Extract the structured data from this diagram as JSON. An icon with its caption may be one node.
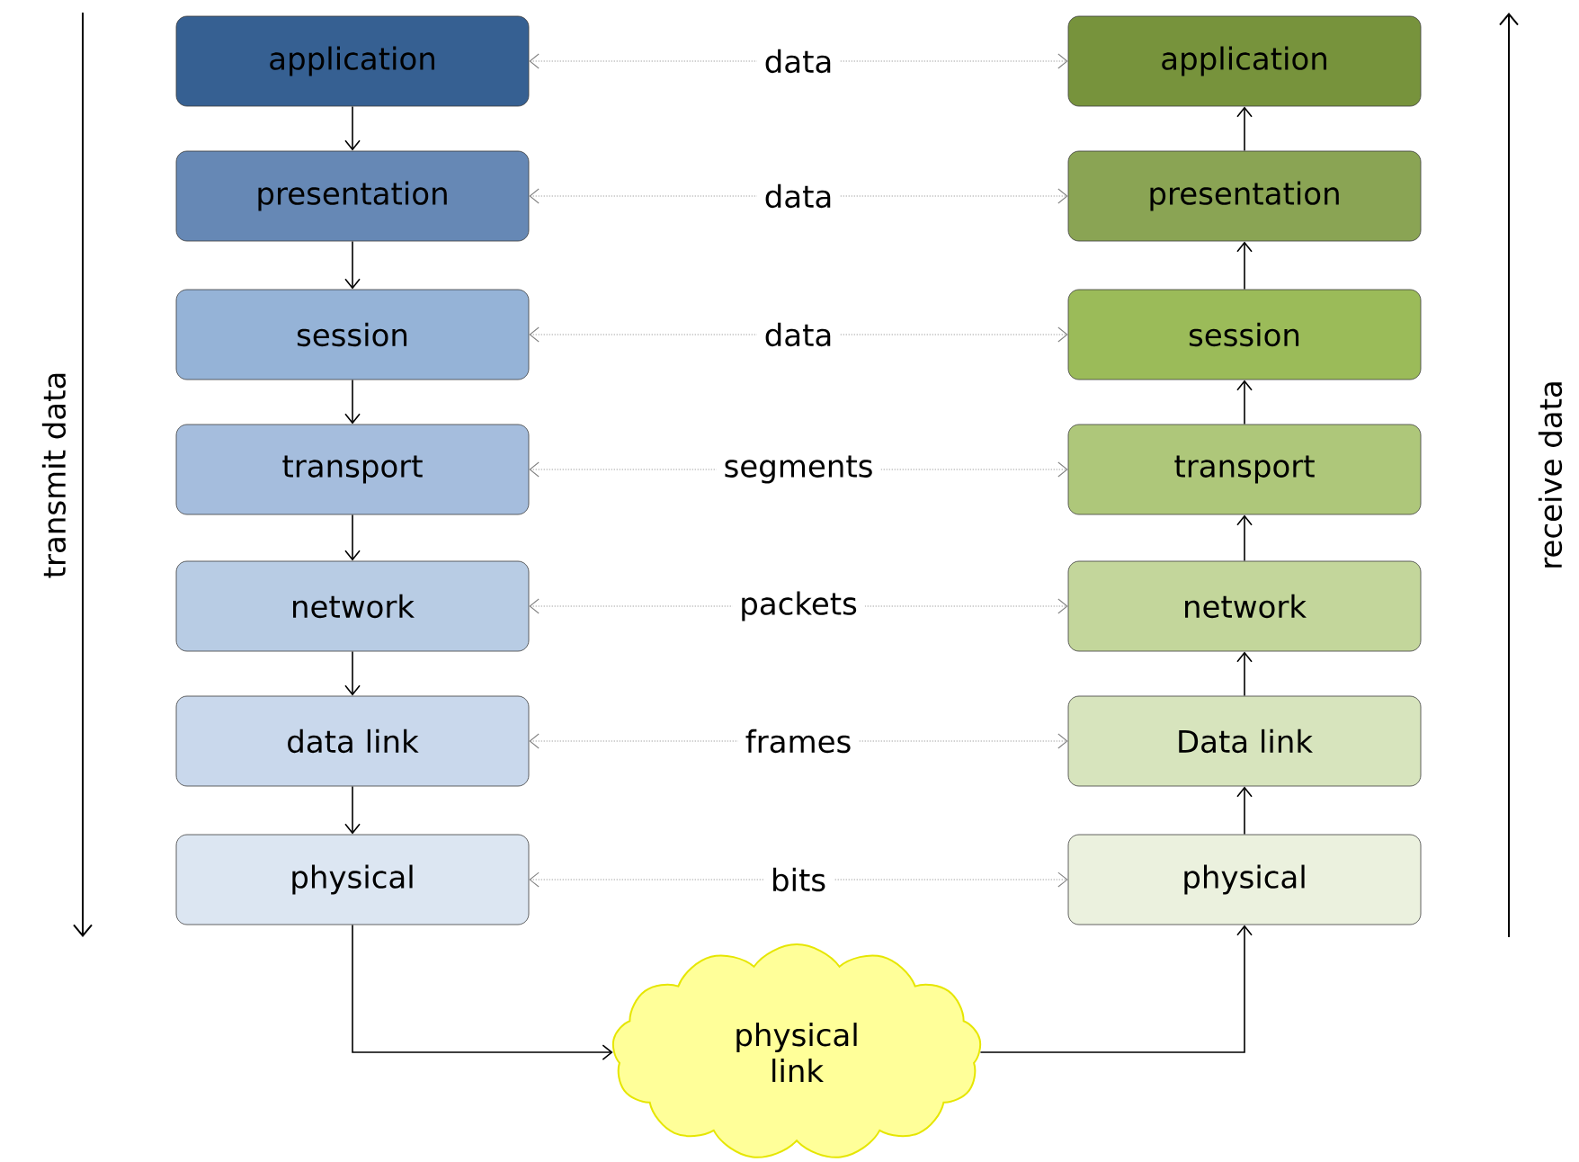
{
  "diagram": {
    "nodes": [
      {
        "text": [
          "application"
        ]
      },
      {
        "text": [
          "presentation"
        ]
      },
      {
        "text": [
          "session"
        ]
      },
      {
        "text": [
          "transport"
        ]
      },
      {
        "text": [
          "network"
        ]
      },
      {
        "text": [
          "data link"
        ]
      },
      {
        "text": [
          "physical"
        ]
      },
      {
        "text": [
          "application"
        ]
      },
      {
        "text": [
          "presentation"
        ]
      },
      {
        "text": [
          "session"
        ]
      },
      {
        "text": [
          "transport"
        ]
      },
      {
        "text": [
          "network"
        ]
      },
      {
        "text": [
          "Data link"
        ]
      },
      {
        "text": [
          "physical"
        ]
      },
      {
        "text": [
          "physical link"
        ]
      }
    ],
    "edges": [
      {
        "from": 0,
        "to": 7,
        "arrow": "both",
        "label": "data",
        "style": "dashed",
        "color": "#808080"
      },
      {
        "from": 1,
        "to": 8,
        "arrow": "both",
        "label": "data",
        "style": "dashed",
        "color": "#808080"
      },
      {
        "from": 2,
        "to": 9,
        "arrow": "both",
        "label": "data",
        "style": "dashed",
        "color": "#808080"
      },
      {
        "from": 3,
        "to": 10,
        "arrow": "both",
        "label": "segments",
        "style": "dashed",
        "color": "#808080"
      },
      {
        "from": 4,
        "to": 11,
        "arrow": "both",
        "label": "packets",
        "style": "dashed",
        "color": "#808080"
      },
      {
        "from": 5,
        "to": 12,
        "arrow": "both",
        "label": "frames",
        "style": "dashed",
        "color": "#808080"
      },
      {
        "from": 6,
        "to": 13,
        "arrow": "both",
        "label": "bits",
        "style": "dashed",
        "color": "#808080"
      },
      {
        "from": 0,
        "to": 1,
        "arrow": "to"
      },
      {
        "from": 1,
        "to": 2,
        "arrow": "to"
      },
      {
        "from": 2,
        "to": 3,
        "arrow": "to"
      },
      {
        "from": 3,
        "to": 4,
        "arrow": "to"
      },
      {
        "from": 4,
        "to": 5,
        "arrow": "to"
      },
      {
        "from": 5,
        "to": 6,
        "arrow": "to"
      },
      {
        "from": 6,
        "to": 14,
        "arrow": "to"
      },
      {
        "from": 14,
        "to": 13,
        "arrow": "to"
      },
      {
        "from": 13,
        "to": 12,
        "arrow": "to"
      },
      {
        "from": 12,
        "to": 11,
        "arrow": "to"
      },
      {
        "from": 11,
        "to": 10,
        "arrow": "to"
      },
      {
        "from": 10,
        "to": 9,
        "arrow": "to"
      },
      {
        "from": 9,
        "to": 8,
        "arrow": "to"
      },
      {
        "from": 8,
        "to": 7,
        "arrow": "to"
      }
    ],
    "labels": [
      "transmit data",
      "receive data"
    ]
  }
}
